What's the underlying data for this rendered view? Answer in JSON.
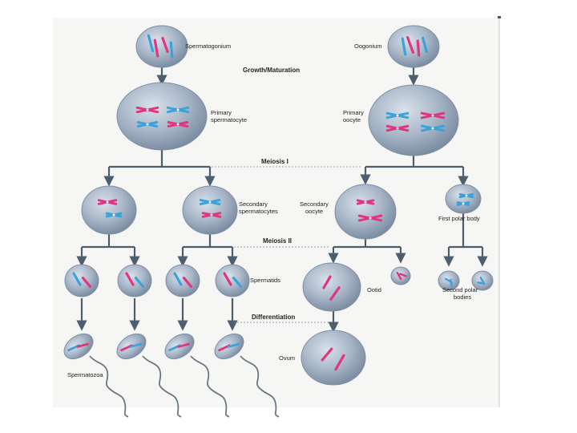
{
  "colors": {
    "cell": "#a9b7c9",
    "cell_edge": "#7f8fa5",
    "maternal": "#e0367f",
    "paternal": "#3aa3d9",
    "arrow": "#4d5e6f",
    "text": "#222222"
  },
  "labels": {
    "spermatogonium": "Spermatogonium",
    "oogonium": "Oogonium",
    "growth": "Growth/Maturation",
    "primary_spermatocyte_1": "Primary",
    "primary_spermatocyte_2": "spermatocyte",
    "primary_oocyte_1": "Primary",
    "primary_oocyte_2": "oocyte",
    "meiosis_1": "Meiosis I",
    "secondary_spermatocytes_1": "Secondary",
    "secondary_spermatocytes_2": "spermatocytes",
    "secondary_oocyte_1": "Secondary",
    "secondary_oocyte_2": "oocyte",
    "first_polar_body": "First polar body",
    "meiosis_2": "Meiosis II",
    "spermatids": "Spermatids",
    "ootid": "Ootid",
    "second_polar_bodies_1": "Second polar",
    "second_polar_bodies_2": "bodies",
    "differentiation": "Differentiation",
    "ovum": "Ovum",
    "spermatozoa": "Spermatozoa"
  }
}
